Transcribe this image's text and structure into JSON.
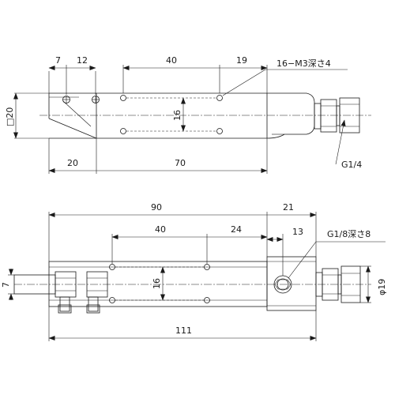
{
  "top_view": {
    "dim_7": "7",
    "dim_12": "12",
    "dim_40": "40",
    "dim_19": "19",
    "dim_16": "16",
    "dim_20": "20",
    "dim_70": "70",
    "square_20": "□20",
    "callout_thread": "16−M3深さ4",
    "callout_port": "G1/4"
  },
  "front_view": {
    "dim_90": "90",
    "dim_21": "21",
    "dim_40": "40",
    "dim_24": "24",
    "dim_13": "13",
    "dim_16": "16",
    "dim_7": "7",
    "dim_phi19": "φ19",
    "dim_111": "111",
    "callout_port": "G1/8深さ8"
  }
}
